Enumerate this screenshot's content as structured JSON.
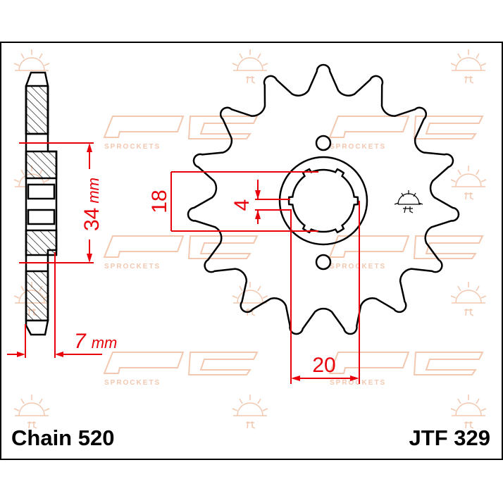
{
  "labels": {
    "chain": "Chain 520",
    "part_number": "JTF 329"
  },
  "dimensions": {
    "spline_outer": "18",
    "key_width": "4",
    "bolt_spacing": "34",
    "bolt_spacing_unit": "mm",
    "thickness": "7",
    "thickness_unit": "mm",
    "spline_offset": "20"
  },
  "sprocket": {
    "teeth": 15
  },
  "watermark": {
    "text": "SPROCKETS"
  },
  "colors": {
    "dimension": "#e8000b",
    "outline": "#000000",
    "watermark": "#f2c8b0"
  }
}
